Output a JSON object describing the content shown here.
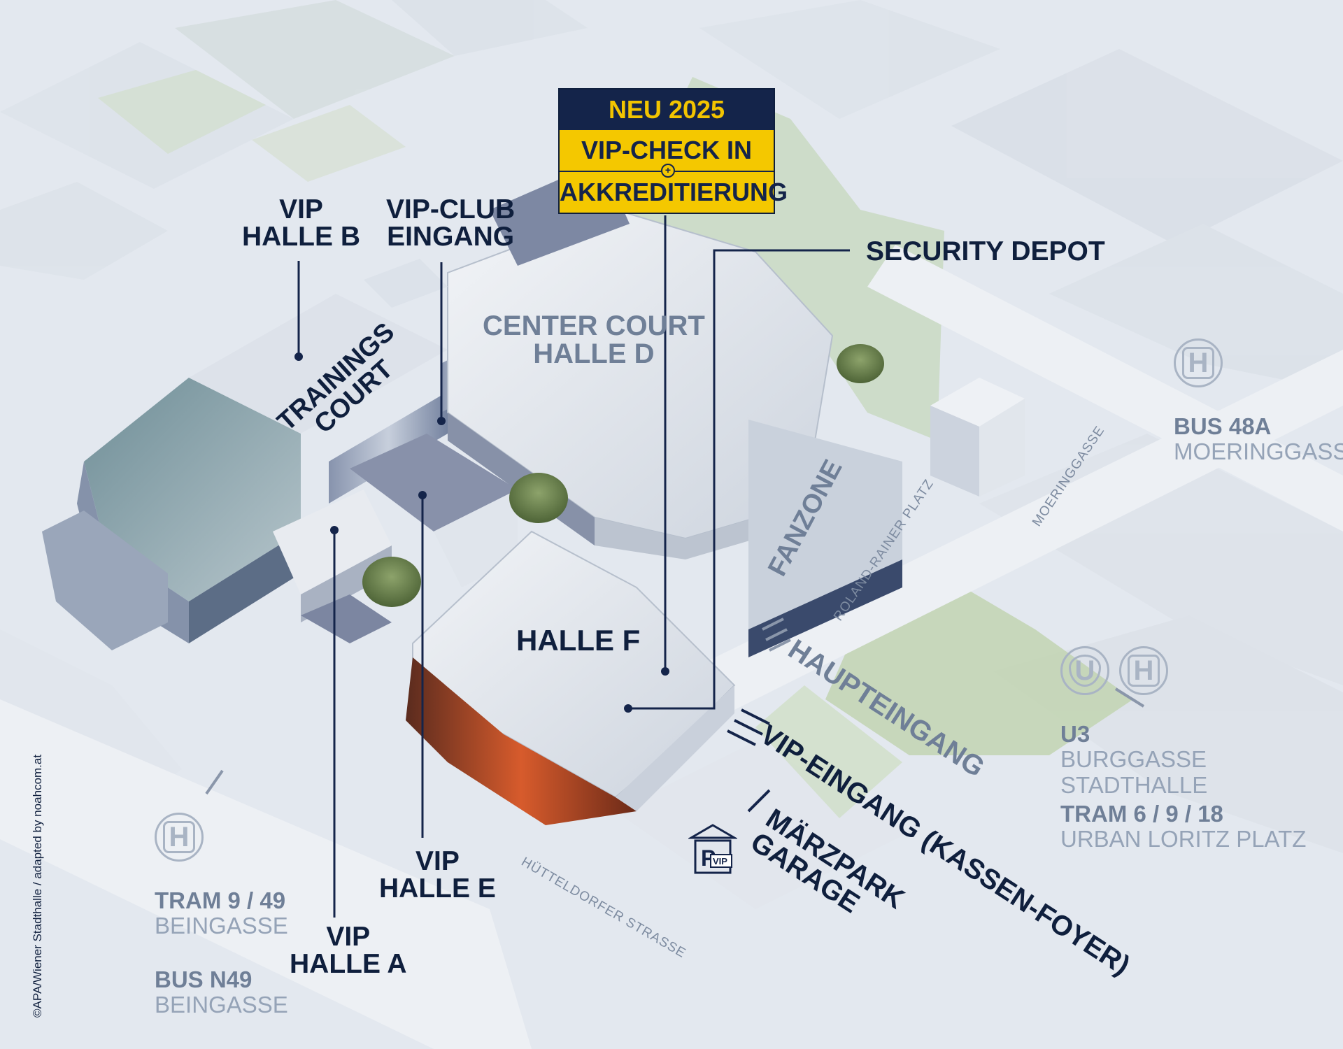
{
  "badge": {
    "line1": "NEU 2025",
    "line2": "VIP-CHECK IN",
    "line3": "AKKREDITIERUNG",
    "colors": {
      "navy": "#14244a",
      "yellow": "#f4c800"
    }
  },
  "labels": {
    "vip_halle_b": [
      "VIP",
      "HALLE B"
    ],
    "vip_club": [
      "VIP-CLUB",
      "EINGANG"
    ],
    "security_depot": "SECURITY DEPOT",
    "center_court": [
      "CENTER COURT",
      "HALLE D"
    ],
    "trainings_court": [
      "TRAININGS",
      "COURT"
    ],
    "fanzone": "FANZONE",
    "halle_f": "HALLE F",
    "haupteingang": "HAUPTEINGANG",
    "vip_eingang": "VIP-EINGANG (KASSEN-FOYER)",
    "maerzpark": [
      "MÄRZPARK",
      "GARAGE"
    ],
    "vip_halle_e": [
      "VIP",
      "HALLE E"
    ],
    "vip_halle_a": [
      "VIP",
      "HALLE A"
    ]
  },
  "streets": {
    "roland_rainer": "ROLAND-RAINER PLATZ",
    "moeringgasse": "MOERINGGASSE",
    "huetteldorfer": "HÜTTELDORFER STRASSE"
  },
  "transit": {
    "bus48a": {
      "line": "BUS 48A",
      "stop": "MOERINGGASSE",
      "icon": "bus-stop-icon"
    },
    "u3": {
      "line": "U3",
      "stop": "BURGGASSE STADTHALLE",
      "icon": "subway-icon"
    },
    "tram6918": {
      "line": "TRAM 6 / 9 / 18",
      "stop": "URBAN LORITZ PLATZ",
      "icon": "tram-stop-icon"
    },
    "tram949": {
      "line": "TRAM 9 / 49",
      "stop": "BEINGASSE",
      "icon": "tram-stop-icon"
    },
    "busn49": {
      "line": "BUS N49",
      "stop": "BEINGASSE",
      "icon": "bus-stop-icon"
    }
  },
  "icons": {
    "h_symbol": "H",
    "u_symbol": "U",
    "parking": "P",
    "parking_vip": "VIP"
  },
  "copyright": "©APA/Wiener Stadthalle / adapted by noahcom.at"
}
